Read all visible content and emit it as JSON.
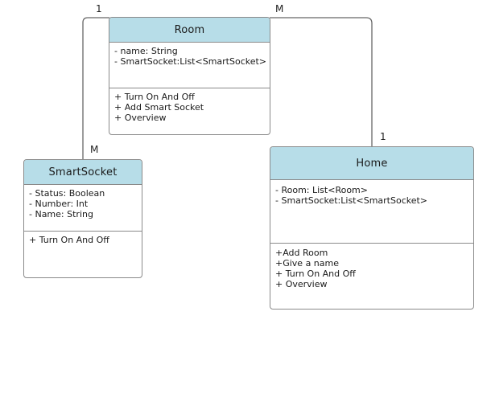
{
  "diagram": {
    "classes": {
      "room": {
        "name": "Room",
        "attributes": [
          "- name: String",
          "- SmartSocket:List<SmartSocket>"
        ],
        "operations": [
          "+ Turn On And Off",
          "+ Add Smart Socket",
          "+ Overview"
        ]
      },
      "smartsocket": {
        "name": "SmartSocket",
        "attributes": [
          "- Status: Boolean",
          "- Number: Int",
          "- Name: String"
        ],
        "operations": [
          "+ Turn On And Off"
        ]
      },
      "home": {
        "name": "Home",
        "attributes": [
          "- Room: List<Room>",
          "- SmartSocket:List<SmartSocket>"
        ],
        "operations": [
          "+Add Room",
          "+Give a name",
          "+ Turn On And Off",
          "+ Overview"
        ]
      }
    },
    "associations": {
      "smartsocket_room": {
        "smartsocket_end": "M",
        "room_end": "1"
      },
      "room_home": {
        "room_end": "M",
        "home_end": "1"
      }
    },
    "colors": {
      "header_fill": "#b7dde8",
      "border": "#8a8a8a",
      "connector": "#666666"
    }
  }
}
